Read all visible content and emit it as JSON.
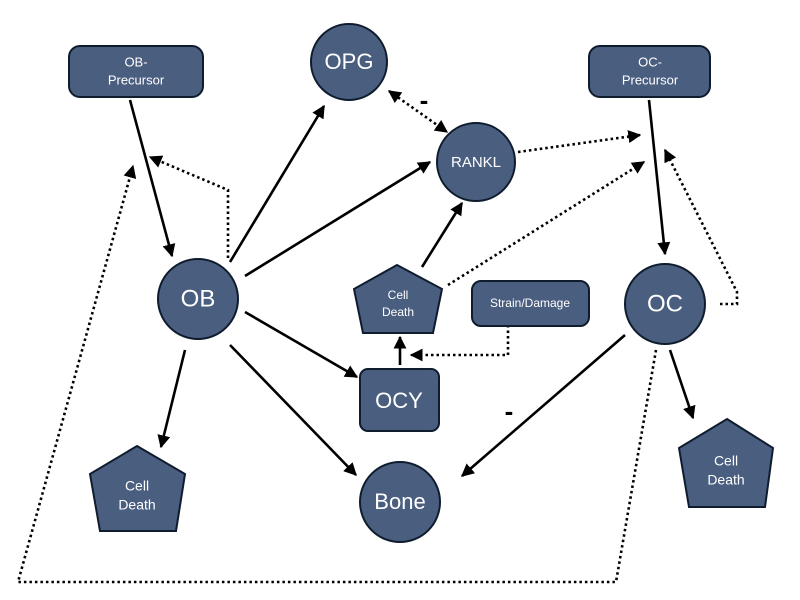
{
  "nodes": {
    "ob_precursor": [
      "OB-",
      "Precursor"
    ],
    "oc_precursor": [
      "OC-",
      "Precursor"
    ],
    "opg": "OPG",
    "rankl": "RANKL",
    "ob": "OB",
    "oc": "OC",
    "ocy": "OCY",
    "bone": "Bone",
    "strain_damage": "Strain/Damage",
    "cell_death_center": [
      "Cell",
      "Death"
    ],
    "cell_death_left": [
      "Cell",
      "Death"
    ],
    "cell_death_right": [
      "Cell",
      "Death"
    ]
  },
  "signs": {
    "opg_rankl": "-",
    "oc_bone": "-"
  },
  "colors": {
    "node_fill": "#4a5e7f",
    "node_stroke": "#0f1c2e",
    "edge": "#000000",
    "label": "#ffffff"
  }
}
